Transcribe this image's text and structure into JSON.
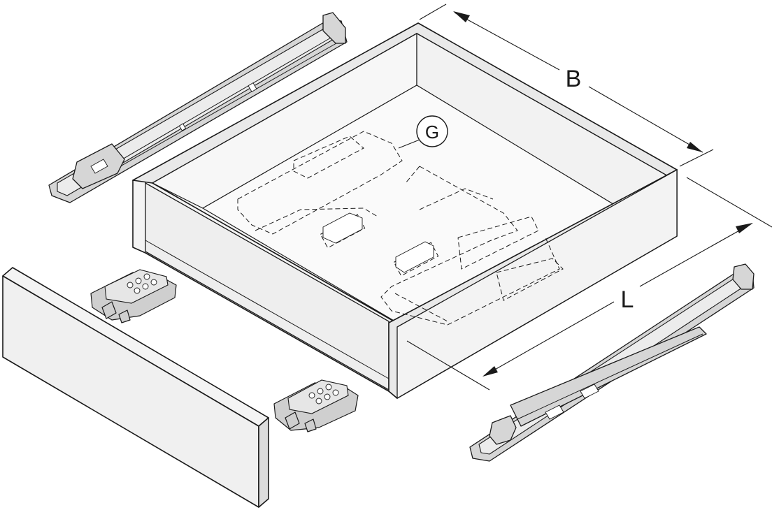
{
  "labels": {
    "width": "B",
    "length": "L",
    "callout": "G"
  }
}
